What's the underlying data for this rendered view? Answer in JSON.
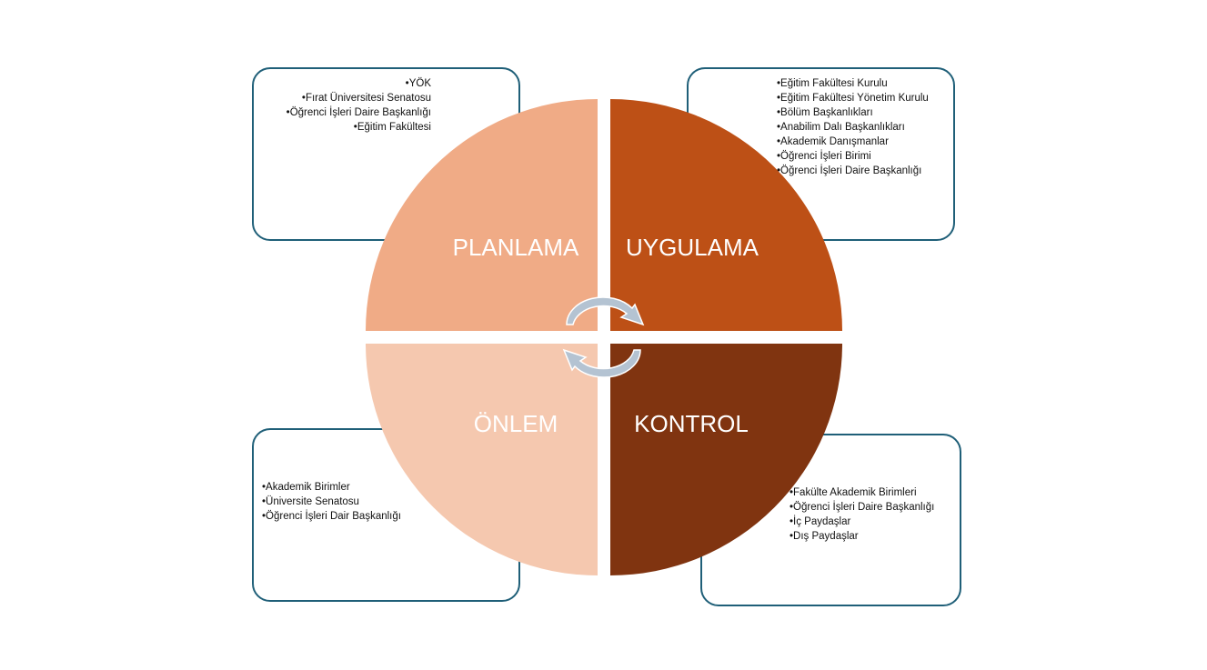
{
  "quadrants": {
    "top_left": {
      "label": "PLANLAMA",
      "color": "#f0ab86"
    },
    "top_right": {
      "label": "UYGULAMA",
      "color": "#bd5016"
    },
    "bottom_left": {
      "label": "ÖNLEM",
      "color": "#f5c8af"
    },
    "bottom_right": {
      "label": "KONTROL",
      "color": "#803410"
    }
  },
  "box_border_color": "#1f5f78",
  "cycle_arrow_color": "#b4c3d2",
  "boxes": {
    "planlama_items": [
      "YÖK",
      "Fırat Üniversitesi Senatosu",
      "Öğrenci İşleri Daire Başkanlığı",
      "Eğitim Fakültesi"
    ],
    "uygulama_items": [
      "Eğitim Fakültesi Kurulu",
      "Eğitim Fakültesi Yönetim Kurulu",
      "Bölüm Başkanlıkları",
      "Anabilim Dalı Başkanlıkları",
      "Akademik Danışmanlar",
      "Öğrenci İşleri Birimi",
      "Öğrenci İşleri Daire Başkanlığı"
    ],
    "onlem_items": [
      "Akademik Birimler",
      "Üniversite Senatosu",
      "Öğrenci İşleri Dair Başkanlığı"
    ],
    "kontrol_items": [
      "Fakülte Akademik Birimleri",
      "Öğrenci İşleri Daire Başkanlığı",
      "İç Paydaşlar",
      "Dış Paydaşlar"
    ]
  }
}
